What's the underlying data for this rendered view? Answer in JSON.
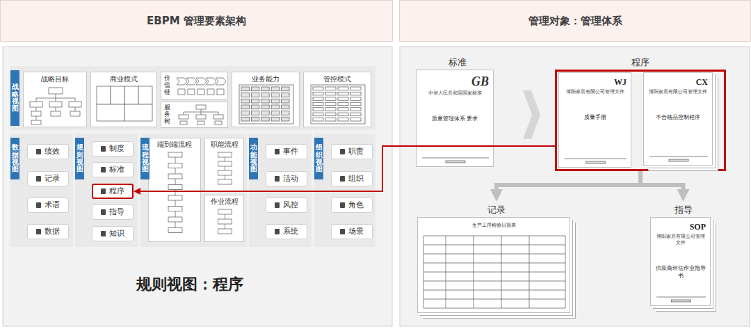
{
  "diagram": {
    "nodes": [
      {
        "text": [
          "EBPM 管理要素架构"
        ]
      },
      {
        "text": [
          "管理对象：管理体系"
        ]
      },
      {
        "text": [
          "战略视图"
        ]
      },
      {
        "text": [
          "战略目标"
        ],
        "in": 2
      },
      {
        "text": [
          "商业模式"
        ],
        "in": 2
      },
      {
        "text": [
          "价值链"
        ],
        "in": 2
      },
      {
        "text": [
          "服务树"
        ],
        "in": 2
      },
      {
        "text": [
          "业务能力"
        ],
        "in": 2
      },
      {
        "text": [
          "管控模式"
        ],
        "in": 2
      },
      {
        "text": [
          "数据视图"
        ]
      },
      {
        "text": [
          "绩效"
        ],
        "in": 9
      },
      {
        "text": [
          "记录"
        ],
        "in": 9
      },
      {
        "text": [
          "术语"
        ],
        "in": 9
      },
      {
        "text": [
          "数据"
        ],
        "in": 9
      },
      {
        "text": [
          "规则视图"
        ]
      },
      {
        "text": [
          "制度"
        ],
        "in": 14
      },
      {
        "text": [
          "标准"
        ],
        "in": 14
      },
      {
        "text": [
          "程序"
        ],
        "in": 14
      },
      {
        "text": [
          "指导"
        ],
        "in": 14
      },
      {
        "text": [
          "知识"
        ],
        "in": 14
      },
      {
        "text": [
          "流程视图"
        ]
      },
      {
        "text": [
          "端到端流程"
        ],
        "in": 20
      },
      {
        "text": [
          "职能流程"
        ],
        "in": 20
      },
      {
        "text": [
          "作业流程"
        ],
        "in": 20
      },
      {
        "text": [
          "功能视图"
        ]
      },
      {
        "text": [
          "事件"
        ],
        "in": 24
      },
      {
        "text": [
          "活动"
        ],
        "in": 24
      },
      {
        "text": [
          "风控"
        ],
        "in": 24
      },
      {
        "text": [
          "系统"
        ],
        "in": 24
      },
      {
        "text": [
          "组织视图"
        ]
      },
      {
        "text": [
          "职责"
        ],
        "in": 29
      },
      {
        "text": [
          "组织"
        ],
        "in": 29
      },
      {
        "text": [
          "角色"
        ],
        "in": 29
      },
      {
        "text": [
          "场景"
        ],
        "in": 29
      },
      {
        "text": [
          "标准",
          "GB",
          "中华人民共和国国家标准",
          "质量管理体系 要求"
        ]
      },
      {
        "text": [
          "程序"
        ]
      },
      {
        "text": [
          "WJ",
          "博阳家居有限公司管理文件",
          "质量手册"
        ],
        "in": 35
      },
      {
        "text": [
          "CX",
          "博阳家居有限公司管理文件",
          "不合格品控制程序"
        ],
        "in": 35
      },
      {
        "text": [
          "记录",
          "生产工序检验日报表"
        ]
      },
      {
        "text": [
          "指导",
          "SOP",
          "博阳家居有限公司管理文件",
          "供应商评估作业指导书"
        ]
      }
    ],
    "edges": [
      {
        "from": 35,
        "to": 17,
        "arrow": "to"
      },
      {
        "from": 35,
        "to": 38,
        "arrow": "to"
      },
      {
        "from": 35,
        "to": 39,
        "arrow": "to"
      }
    ],
    "labels": [
      "规则视图：程序"
    ]
  }
}
